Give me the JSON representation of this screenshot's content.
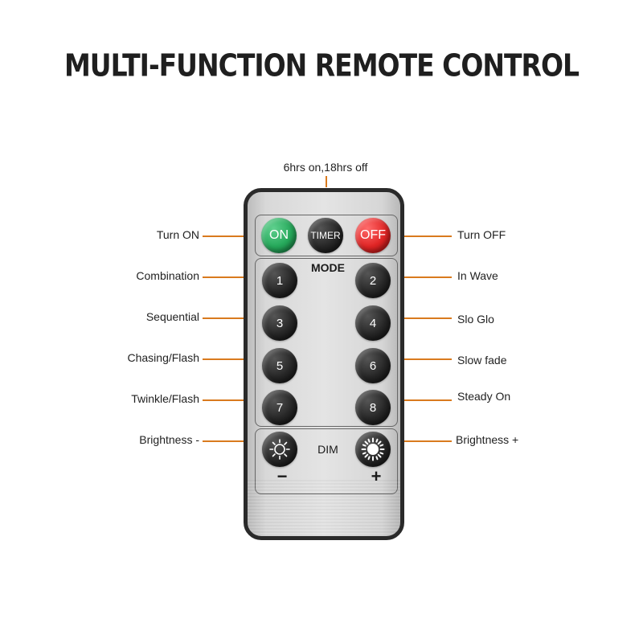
{
  "title": "MULTI-FUNCTION REMOTE CONTROL",
  "timer_note": "6hrs on,18hrs off",
  "accent_color": "#d97a1e",
  "buttons": {
    "on": "ON",
    "timer": "TIMER",
    "off": "OFF",
    "mode": "MODE",
    "numbers": [
      "1",
      "2",
      "3",
      "4",
      "5",
      "6",
      "7",
      "8"
    ],
    "dim": "DIM",
    "minus": "−",
    "plus": "+",
    "dim_down_icon": "sun-outline-icon",
    "dim_up_icon": "sun-filled-icon"
  },
  "labels_left": [
    "Turn ON",
    "Combination",
    "Sequential",
    "Chasing/Flash",
    "Twinkle/Flash",
    "Brightness -"
  ],
  "labels_right": [
    "Turn OFF",
    "In Wave",
    "Slo Glo",
    "Slow fade",
    "Steady On",
    "Brightness +"
  ]
}
